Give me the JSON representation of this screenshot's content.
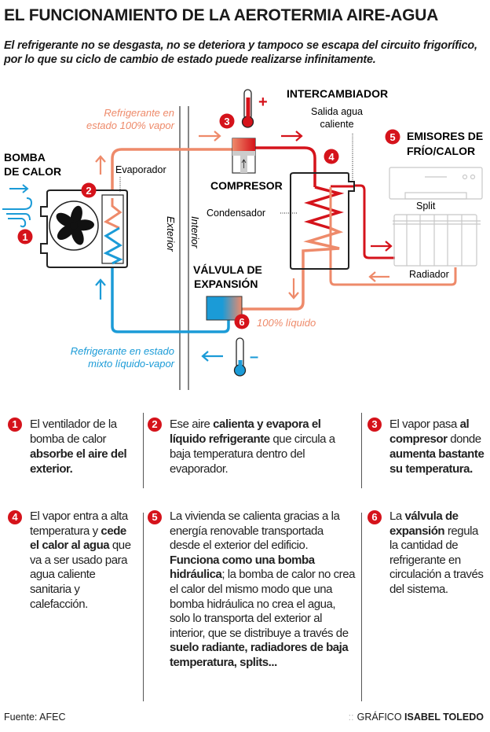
{
  "header": {
    "title": "EL FUNCIONAMIENTO DE LA AEROTERMIA AIRE-AGUA",
    "subtitle": "El refrigerante no se desgasta, no se deteriora y tampoco se escapa del circuito frigorífico, por lo que su ciclo de cambio de estado puede realizarse infinitamente."
  },
  "colors": {
    "red": "#d5131b",
    "salmon": "#ee8a6a",
    "blue": "#1b9bd7",
    "gray": "#c8c8c8"
  },
  "diagram": {
    "vapor_label": [
      "Refrigerante en",
      "estado 100% vapor"
    ],
    "mixed_label": [
      "Refrigerante en estado",
      "mixto líquido-vapor"
    ],
    "heat_pump": [
      "BOMBA",
      "DE CALOR"
    ],
    "evaporator": "Evaporador",
    "exterior": "Exterior",
    "interior": "Interior",
    "compressor": "COMPRESOR",
    "exchanger": "INTERCAMBIADOR",
    "hot_water_out": [
      "Salida agua",
      "caliente"
    ],
    "condenser": "Condensador",
    "emitters": [
      "EMISORES DE",
      "FRÍO/CALOR"
    ],
    "split": "Split",
    "radiator": "Radiador",
    "valve": [
      "VÁLVULA DE",
      "EXPANSIÓN"
    ],
    "liquid": "100% líquido",
    "plus": "+",
    "minus": "–",
    "badges": [
      "1",
      "2",
      "3",
      "4",
      "5",
      "6"
    ],
    "icons": [
      "fan-icon",
      "wind-icon",
      "thermometer-hot-icon",
      "thermometer-cold-icon",
      "split-unit-icon",
      "radiator-icon",
      "arrow-icon"
    ]
  },
  "notes": [
    {
      "num": "1",
      "segments": [
        {
          "text": "El ventilador de la bomba de calor ",
          "bold": false
        },
        {
          "text": "absorbe el aire del exterior.",
          "bold": true
        }
      ]
    },
    {
      "num": "2",
      "segments": [
        {
          "text": "Ese aire ",
          "bold": false
        },
        {
          "text": "calienta y evapora el líquido refrigerante",
          "bold": true
        },
        {
          "text": " que circula a baja temperatura dentro del evaporador.",
          "bold": false
        }
      ]
    },
    {
      "num": "3",
      "segments": [
        {
          "text": "El vapor pasa ",
          "bold": false
        },
        {
          "text": "al compresor",
          "bold": true
        },
        {
          "text": " donde ",
          "bold": false
        },
        {
          "text": "aumenta bastante su temperatura.",
          "bold": true
        }
      ]
    },
    {
      "num": "4",
      "segments": [
        {
          "text": "El vapor entra a alta temperatura y ",
          "bold": false
        },
        {
          "text": "cede el calor al agua",
          "bold": true
        },
        {
          "text": " que va a ser usado para agua caliente sanitaria y calefacción.",
          "bold": false
        }
      ]
    },
    {
      "num": "5",
      "segments": [
        {
          "text": "La vivienda se calienta gracias a la energía renovable transportada desde el exterior del edificio. ",
          "bold": false
        },
        {
          "text": "Funciona como una bomba hidráulica",
          "bold": true
        },
        {
          "text": "; la bomba de calor no crea el calor del mismo modo que una bomba hidráulica no crea el agua, solo lo transporta del exterior al interior, que se distribuye a través de ",
          "bold": false
        },
        {
          "text": "suelo radiante, radiadores de baja temperatura, splits...",
          "bold": true
        }
      ]
    },
    {
      "num": "6",
      "segments": [
        {
          "text": "La ",
          "bold": false
        },
        {
          "text": "válvula de expansión",
          "bold": true
        },
        {
          "text": " regula la cantidad de refrigerante en circulación a través del sistema.",
          "bold": false
        }
      ]
    }
  ],
  "footer": {
    "source": "Fuente: AFEC",
    "credit_prefix": "GRÁFICO",
    "credit_name": "ISABEL TOLEDO"
  }
}
